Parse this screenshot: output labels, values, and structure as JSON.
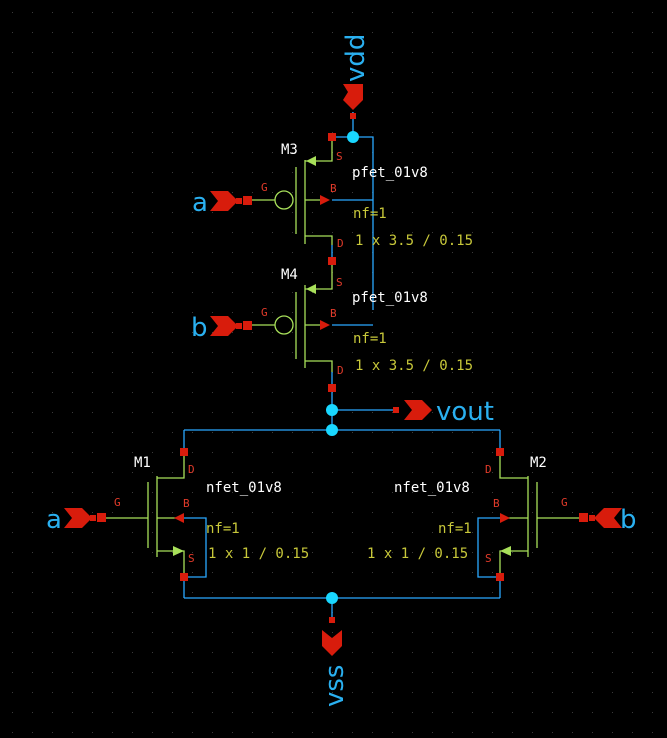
{
  "colors": {
    "background": "#000000",
    "grid": "#3a3a3a",
    "wire": "#2aa8ff",
    "junction": "#19d7ff",
    "device": "#a8e05a",
    "pin": "#d81c0c",
    "pin_label": "#e23b2a",
    "param": "#c8c83a",
    "instance": "#ffffff",
    "net_label": "#2ab0f0"
  },
  "nets": {
    "vdd": "vdd",
    "vss": "vss",
    "vout": "vout",
    "a_top": "a",
    "b_top": "b",
    "a_bottom": "a",
    "b_bottom": "b"
  },
  "devices": {
    "M3": {
      "instance": "M3",
      "model": "pfet_01v8",
      "nf": "nf=1",
      "size": "1 x 3.5 / 0.15"
    },
    "M4": {
      "instance": "M4",
      "model": "pfet_01v8",
      "nf": "nf=1",
      "size": "1 x 3.5 / 0.15"
    },
    "M1": {
      "instance": "M1",
      "model": "nfet_01v8",
      "nf": "nf=1",
      "size": "1 x 1 / 0.15"
    },
    "M2": {
      "instance": "M2",
      "model": "nfet_01v8",
      "nf": "nf=1",
      "size": "1 x 1 / 0.15"
    }
  },
  "pins": {
    "gate": "G",
    "source": "S",
    "drain": "D",
    "bulk": "B"
  }
}
